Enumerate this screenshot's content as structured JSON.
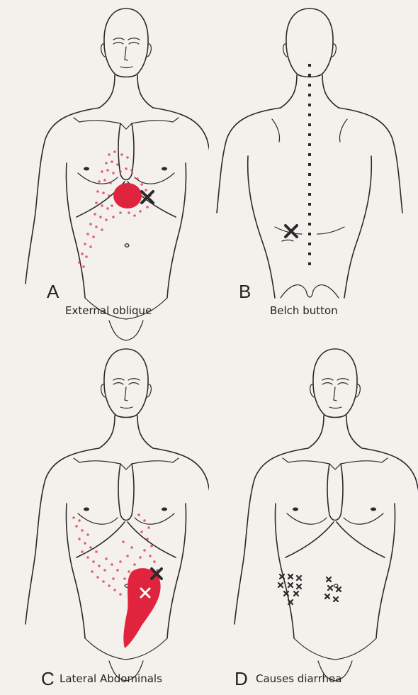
{
  "colors": {
    "pain": "#e0243e",
    "dots": "#d8304a",
    "ink": "#2a2a2a",
    "paper": "#f4f1ed"
  },
  "panels": {
    "a": {
      "letter": "A",
      "caption": "External oblique"
    },
    "b": {
      "letter": "B",
      "caption": "Belch button"
    },
    "c": {
      "letter": "C",
      "caption": "Lateral Abdominals"
    },
    "d": {
      "letter": "D",
      "caption": "Causes diarrhea"
    }
  },
  "markers": {
    "a": {
      "icon": "x-mark-icon"
    },
    "b": {
      "icon": "x-mark-icon"
    },
    "c": {
      "icon": "x-mark-icon"
    },
    "d": {
      "icon": "x-mark-icon"
    }
  }
}
